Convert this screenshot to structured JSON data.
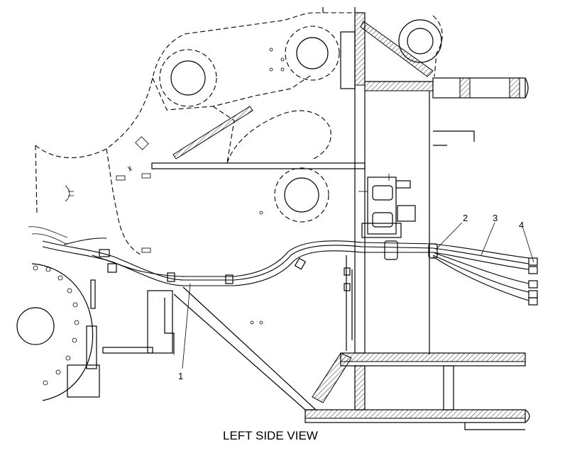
{
  "diagram": {
    "caption": "LEFT SIDE VIEW",
    "callouts": [
      {
        "id": "1",
        "text": "1"
      },
      {
        "id": "2",
        "text": "2"
      },
      {
        "id": "3",
        "text": "3"
      },
      {
        "id": "4",
        "text": "4"
      }
    ]
  }
}
